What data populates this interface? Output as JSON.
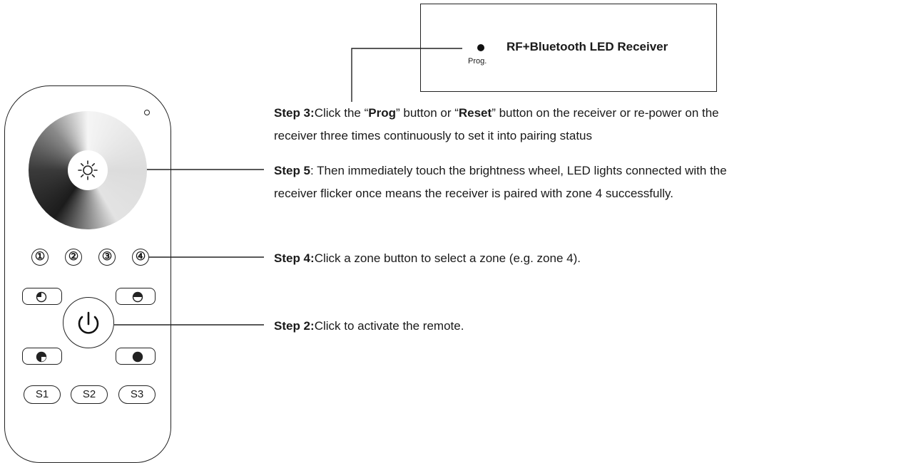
{
  "receiver": {
    "title": "RF+Bluetooth LED Receiver",
    "prog_label": "Prog."
  },
  "remote": {
    "zones": [
      "①",
      "②",
      "③",
      "④"
    ],
    "scenes": [
      "S1",
      "S2",
      "S3"
    ]
  },
  "steps": {
    "step3": {
      "label": "Step 3:",
      "text1": "Click the “",
      "bold1": "Prog",
      "text2": "” button or “",
      "bold2": "Reset",
      "text3": "” button on the receiver or re-power on the",
      "line2": "receiver three times continuously to set it into pairing status"
    },
    "step5": {
      "label": "Step 5",
      "line1": ": Then immediately touch the brightness wheel, LED lights connected with the",
      "line2": "receiver flicker once means the receiver is paired with zone 4 successfully."
    },
    "step4": {
      "label": "Step 4:",
      "text": "Click a zone button to select a zone (e.g. zone 4)."
    },
    "step2": {
      "label": "Step 2:",
      "text": "Click to activate the remote."
    }
  },
  "icons": {
    "brightness": "sun-icon",
    "power": "power-icon",
    "led": "indicator-led-icon"
  }
}
